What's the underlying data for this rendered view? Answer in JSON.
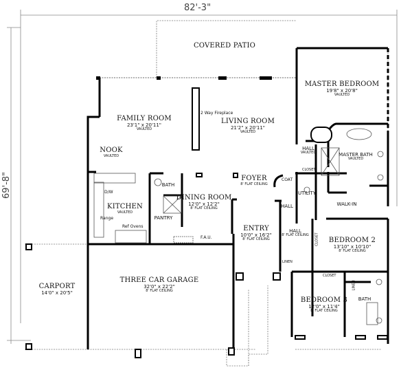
{
  "dimensions": {
    "width": "82'-3\"",
    "depth": "69'-8\""
  },
  "rooms": {
    "covered_patio": {
      "name": "COVERED PATIO"
    },
    "master_bedroom": {
      "name": "MASTER BEDROOM",
      "size": "19'8\" x 20'8\"",
      "ceiling": "VAULTED"
    },
    "family_room": {
      "name": "FAMILY ROOM",
      "size": "23'1\" x 20'11\"",
      "ceiling": "VAULTED"
    },
    "living_room": {
      "name": "LIVING ROOM",
      "size": "21'2\" x 20'11\"",
      "ceiling": "VAULTED"
    },
    "nook": {
      "name": "NOOK",
      "ceiling": "VAULTED"
    },
    "kitchen": {
      "name": "KITCHEN",
      "ceiling": "VAULTED"
    },
    "bath_main": {
      "name": "BATH"
    },
    "pantry": {
      "name": "PANTRY"
    },
    "dining_room": {
      "name": "DINING ROOM",
      "size": "12'0\" x 12'2\"",
      "ceiling": "8' FLAT CEILING"
    },
    "foyer": {
      "name": "FOYER",
      "ceiling": "8' FLAT CEILING"
    },
    "entry": {
      "name": "ENTRY",
      "size": "10'0\" x 16'2\"",
      "ceiling": "8' FLAT CEILING"
    },
    "hall_master": {
      "name": "HALL",
      "ceiling": "VAULTED"
    },
    "master_bath": {
      "name": "MASTER BATH",
      "ceiling": "VAULTED"
    },
    "utility": {
      "name": "UTILITY"
    },
    "walk_in": {
      "name": "WALK-IN"
    },
    "hall_side": {
      "name": "HALL"
    },
    "hall_bed": {
      "name": "HALL",
      "ceiling": "8' FLAT CEILING"
    },
    "bedroom_2": {
      "name": "BEDROOM 2",
      "size": "13'10\" x 10'10\"",
      "ceiling": "8' FLAT CEILING"
    },
    "bedroom_3": {
      "name": "BEDROOM 3",
      "size": "12'0\" x 11'4\"",
      "ceiling": "8' FLAT CEILING"
    },
    "bath_2": {
      "name": "BATH"
    },
    "garage": {
      "name": "THREE CAR GARAGE",
      "size": "32'0\" x 22'2\"",
      "ceiling": "8' FLAT CEILING"
    },
    "carport": {
      "name": "CARPORT",
      "size": "14'0\" x 20'5\""
    }
  },
  "annotations": {
    "fireplace": "2 Way Fireplace",
    "dw": "D/W",
    "range": "Range",
    "ref_ovens": "Ref  Ovens",
    "fau": "F.A.U.",
    "coat": "COAT",
    "closet_master": "CLOSET",
    "closet_bed2": "CLOSET",
    "closet_bed3": "CLOSET",
    "linen": "LINEN",
    "linen_bath": "LINEN"
  }
}
